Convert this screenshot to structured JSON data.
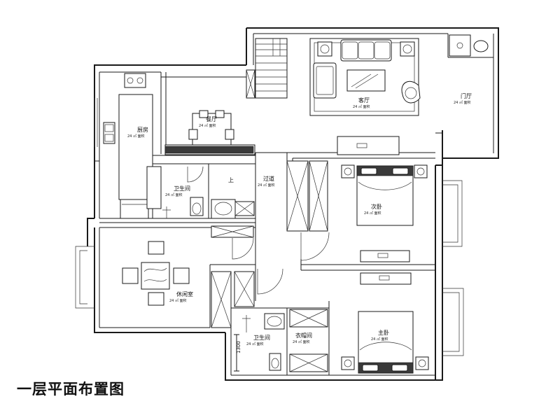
{
  "title": "一层平面布置图",
  "area_label": "24 ㎡ 面积",
  "dimension": "1300",
  "rooms": {
    "living": {
      "name": "客厅",
      "area": "24 ㎡ 面积"
    },
    "entry": {
      "name": "门厅",
      "area": "24 ㎡ 面积"
    },
    "dining": {
      "name": "餐厅",
      "area": "24 ㎡ 面积"
    },
    "kitchen": {
      "name": "厨房",
      "area": "24 ㎡ 面积"
    },
    "hall": {
      "name": "过道",
      "area": "24 ㎡ 面积"
    },
    "bath1": {
      "name": "卫生间",
      "area": "24 ㎡ 面积"
    },
    "bedroom2": {
      "name": "次卧",
      "area": "24 ㎡ 面积"
    },
    "study": {
      "name": "休闲室",
      "area": "24 ㎡ 面积"
    },
    "bath2": {
      "name": "卫生间",
      "area": "24 ㎡ 面积"
    },
    "closet": {
      "name": "衣帽间",
      "area": "24 ㎡ 面积"
    },
    "master": {
      "name": "主卧",
      "area": "24 ㎡ 面积"
    }
  },
  "stair_label": "上"
}
